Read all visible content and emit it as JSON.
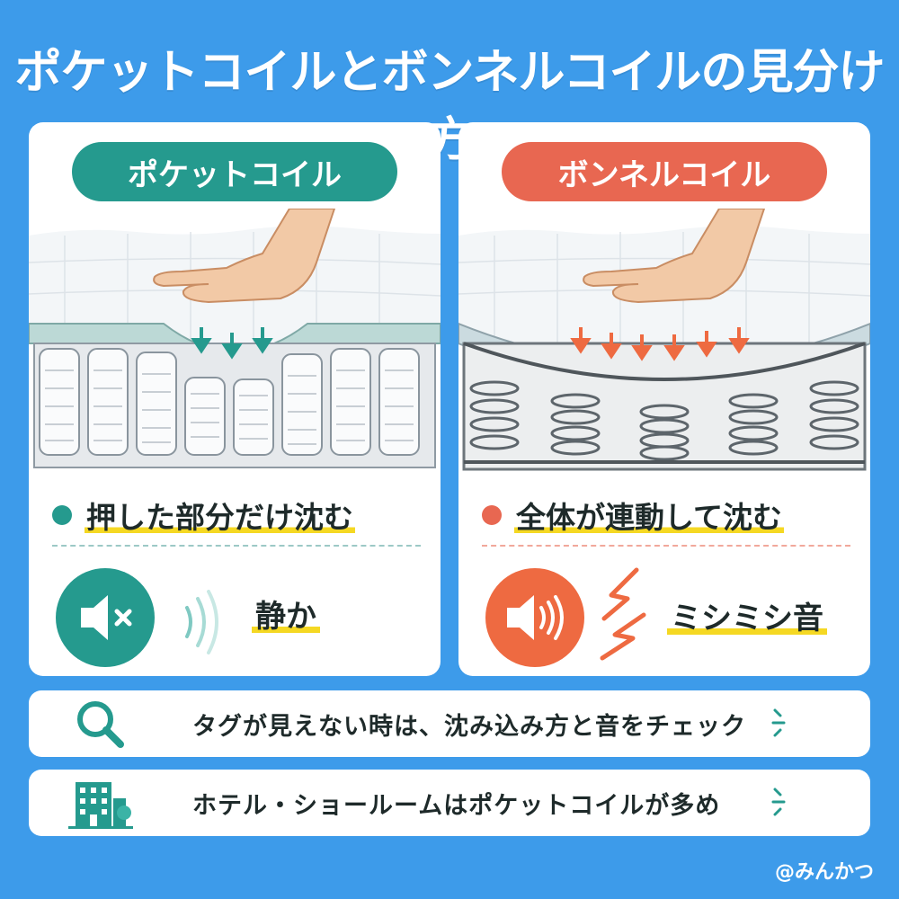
{
  "title": "ポケットコイルとボンネルコイルの見分け方",
  "left_panel": {
    "heading": "ポケットコイル",
    "caption": "押した部分だけ沈む",
    "sound_label": "静か",
    "speaker_icon": "speaker-muted-icon",
    "accent_color": "#259a8e"
  },
  "right_panel": {
    "heading": "ボンネルコイル",
    "caption": "全体が連動して沈む",
    "sound_label": "ミシミシ音",
    "speaker_icon": "speaker-loud-icon",
    "accent_color": "#e86751"
  },
  "tips": [
    {
      "icon": "magnifier-icon",
      "text": "タグが見えない時は、沈み込み方と音をチェック"
    },
    {
      "icon": "building-icon",
      "text": "ホテル・ショールームはポケットコイルが多め"
    }
  ],
  "credit": "@みんかつ",
  "colors": {
    "background": "#3d9bea",
    "highlight": "#f5d823"
  }
}
